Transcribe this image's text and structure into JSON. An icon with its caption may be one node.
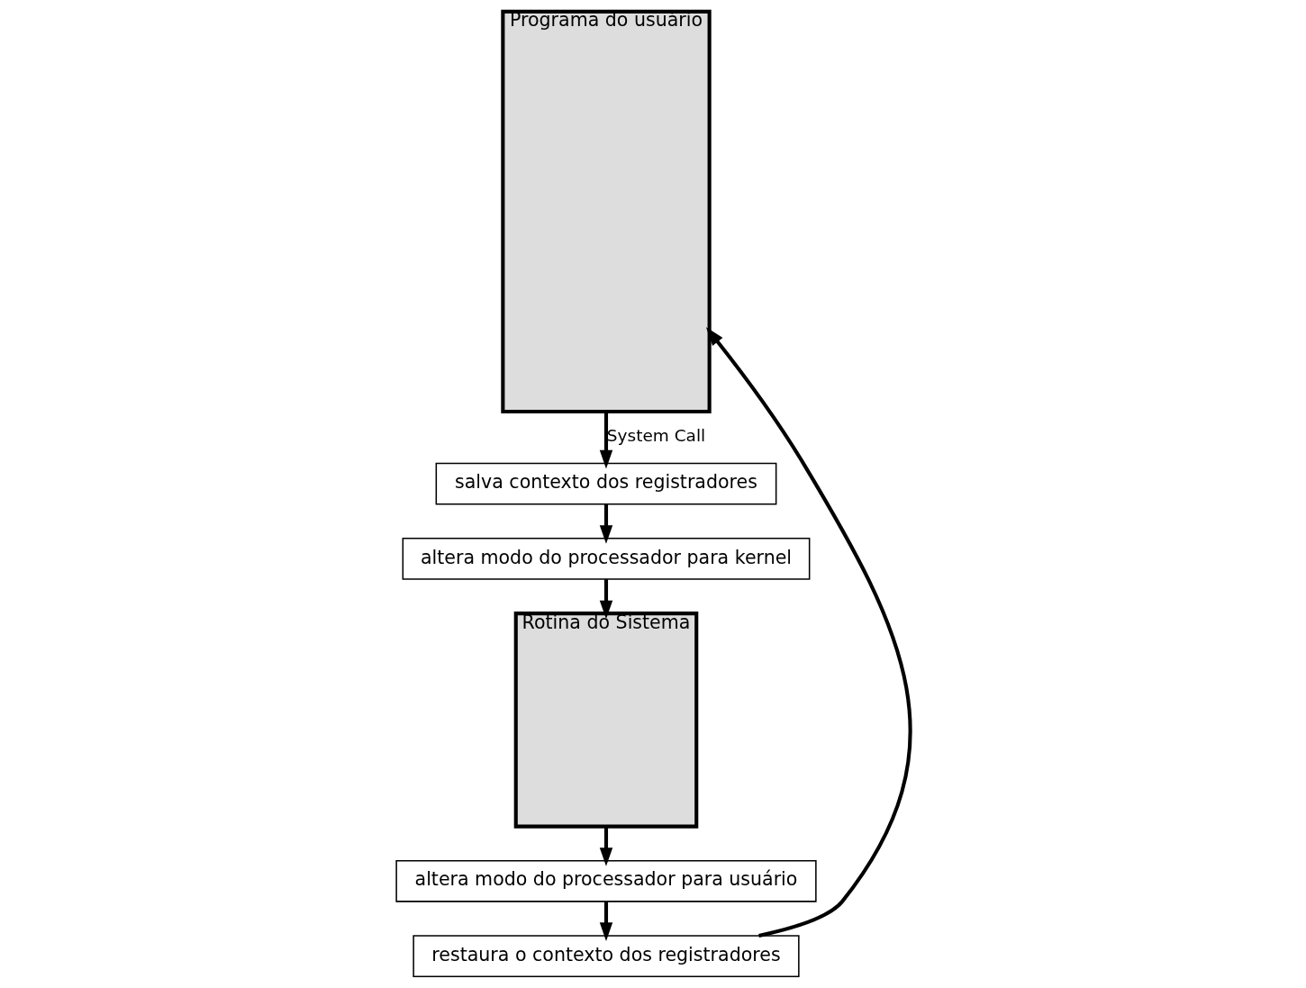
{
  "diagram": {
    "nodes": [
      {
        "text": [
          "Programa do usuário"
        ]
      },
      {
        "text": [
          "salva contexto dos registradores"
        ]
      },
      {
        "text": [
          "altera modo do processador para kernel"
        ]
      },
      {
        "text": [
          "Rotina do Sistema"
        ]
      },
      {
        "text": [
          "altera modo do processador para usuário"
        ]
      },
      {
        "text": [
          "restaura o contexto dos registradores"
        ]
      }
    ],
    "edges": [
      {
        "from": 0,
        "to": 1,
        "arrow": "to",
        "label": "System Call"
      },
      {
        "from": 1,
        "to": 2,
        "arrow": "to"
      },
      {
        "from": 2,
        "to": 3,
        "arrow": "to"
      },
      {
        "from": 3,
        "to": 4,
        "arrow": "to"
      },
      {
        "from": 4,
        "to": 5,
        "arrow": "to"
      },
      {
        "from": 5,
        "to": 0,
        "arrow": "to"
      }
    ]
  }
}
